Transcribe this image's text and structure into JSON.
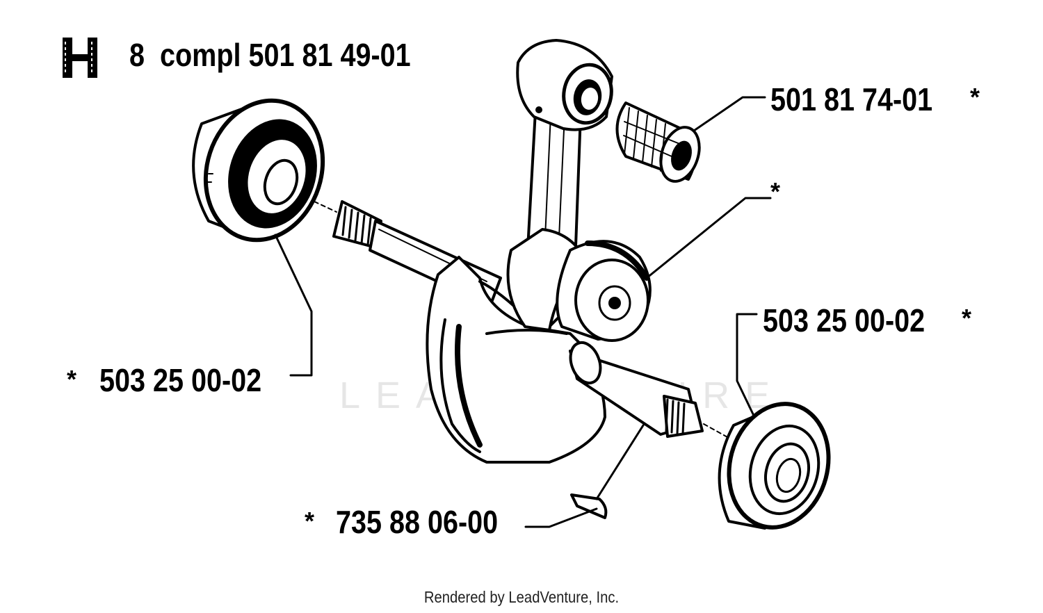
{
  "diagram": {
    "title": "8  compl 501 81 49-01",
    "title_icon": "h-icon",
    "callouts": {
      "needle_bearing": "501 81 74-01",
      "needle_bearing_star": "*",
      "crank_pin_star": "*",
      "bearing_right": "503 25 00-02",
      "bearing_right_star": "*",
      "bearing_left": "503 25 00-02",
      "bearing_left_star": "*",
      "woodruff_key": "735 88 06-00",
      "woodruff_key_star": "*"
    }
  },
  "watermark": "LEADVENTURE",
  "footer": "Rendered by LeadVenture, Inc."
}
